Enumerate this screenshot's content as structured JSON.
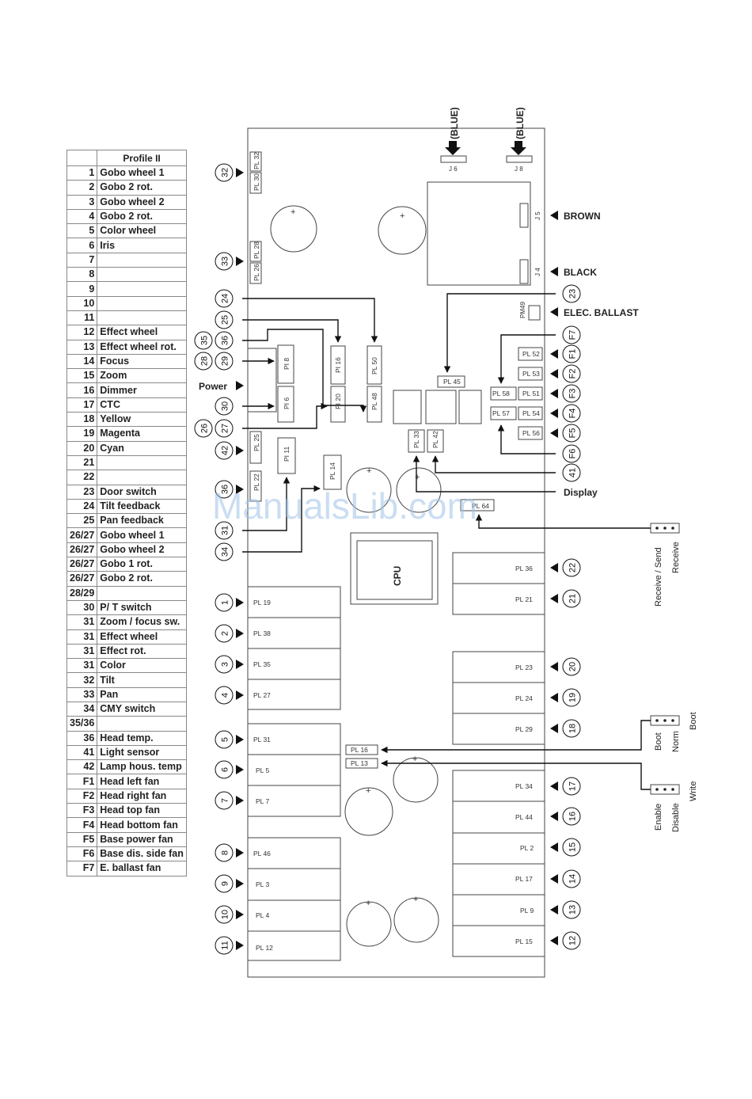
{
  "legend": {
    "header": "Profile II",
    "rows": [
      [
        "1",
        "Gobo wheel 1"
      ],
      [
        "2",
        "Gobo 2 rot."
      ],
      [
        "3",
        "Gobo wheel 2"
      ],
      [
        "4",
        "Gobo 2 rot."
      ],
      [
        "5",
        "Color wheel"
      ],
      [
        "6",
        "Iris"
      ],
      [
        "7",
        ""
      ],
      [
        "8",
        ""
      ],
      [
        "9",
        ""
      ],
      [
        "10",
        ""
      ],
      [
        "11",
        ""
      ],
      [
        "12",
        "Effect wheel"
      ],
      [
        "13",
        "Effect wheel rot."
      ],
      [
        "14",
        "Focus"
      ],
      [
        "15",
        "Zoom"
      ],
      [
        "16",
        "Dimmer"
      ],
      [
        "17",
        "CTC"
      ],
      [
        "18",
        "Yellow"
      ],
      [
        "19",
        "Magenta"
      ],
      [
        "20",
        "Cyan"
      ],
      [
        "21",
        ""
      ],
      [
        "22",
        ""
      ],
      [
        "23",
        "Door switch"
      ],
      [
        "24",
        "Tilt feedback"
      ],
      [
        "25",
        "Pan feedback"
      ],
      [
        "26/27",
        "Gobo wheel 1"
      ],
      [
        "26/27",
        "Gobo wheel 2"
      ],
      [
        "26/27",
        "Gobo 1 rot."
      ],
      [
        "26/27",
        "Gobo 2 rot."
      ],
      [
        "28/29",
        ""
      ],
      [
        "30",
        "P/ T switch"
      ],
      [
        "31",
        "Zoom / focus sw."
      ],
      [
        "31",
        "Effect wheel"
      ],
      [
        "31",
        "Effect rot."
      ],
      [
        "31",
        "Color"
      ],
      [
        "32",
        "Tilt"
      ],
      [
        "33",
        "Pan"
      ],
      [
        "34",
        "CMY switch"
      ],
      [
        "35/36",
        ""
      ],
      [
        "36",
        "Head temp."
      ],
      [
        "41",
        "Light sensor"
      ],
      [
        "42",
        "Lamp hous. temp"
      ],
      [
        "F1",
        "Head left fan"
      ],
      [
        "F2",
        "Head right fan"
      ],
      [
        "F3",
        "Head top fan"
      ],
      [
        "F4",
        "Head bottom fan"
      ],
      [
        "F5",
        "Base power fan"
      ],
      [
        "F6",
        "Base dis. side fan"
      ],
      [
        "F7",
        "E. ballast fan"
      ]
    ]
  },
  "labels": {
    "blue1": "(BLUE)",
    "blue2": "(BLUE)",
    "j6": "J 6",
    "j8": "J 8",
    "j5": "J 5",
    "j4": "J 4",
    "brown": "BROWN",
    "black": "BLACK",
    "elec_ballast": "ELEC. BALLAST",
    "display": "Display",
    "power": "Power",
    "cpu": "CPU",
    "pm49": "PM49",
    "receive_send": "Receive / Send",
    "receive": "Receive",
    "boot_a": "Boot",
    "norm": "Norm",
    "boot_b": "Boot",
    "enable": "Enable",
    "disable": "Disable",
    "write": "Write"
  },
  "connectors": {
    "pl32": "PL 32",
    "pl30": "PL 30",
    "pl28": "PL 28",
    "pl26": "PL 26",
    "pl8": "PI 8",
    "pl6": "PI 6",
    "pl16v": "PI 16",
    "pl20": "PI 20",
    "pl50": "PL 50",
    "pl48": "PL 48",
    "pl45": "PL 45",
    "pl52": "PL 52",
    "pl53": "PL 53",
    "pl51": "PL 51",
    "pl54": "PL 54",
    "pl56": "PL 56",
    "pl58": "PL 58",
    "pl57": "PL 57",
    "pl25": "PL 25",
    "pl22": "PL 22",
    "pl11": "PI 11",
    "pl14": "PL 14",
    "pl33": "PL 33",
    "pl42": "PL 42",
    "pl64": "PL 64",
    "pl19": "PL 19",
    "pl38": "PL 38",
    "pl35": "PL 35",
    "pl27": "PL 27",
    "pl31": "PL 31",
    "pl5": "PL 5",
    "pl7": "PL 7",
    "pl46": "PL 46",
    "pl3": "PL 3",
    "pl4": "PL 4",
    "pl12": "PL 12",
    "pl36": "PL 36",
    "pl21": "PL 21",
    "pl23": "PL 23",
    "pl24": "PL 24",
    "pl29": "PL 29",
    "pl16h": "PL 16",
    "pl13": "PL 13",
    "pl34": "PL 34",
    "pl44": "PL 44",
    "pl2": "PL 2",
    "pl17": "PL 17",
    "pl9": "PL 9",
    "pl15": "PL 15"
  },
  "callouts_left": [
    {
      "id": "c32",
      "t": "32"
    },
    {
      "id": "c33",
      "t": "33"
    },
    {
      "id": "c24",
      "t": "24"
    },
    {
      "id": "c25",
      "t": "25"
    },
    {
      "id": "c36",
      "t": "36"
    },
    {
      "id": "c35",
      "t": "35"
    },
    {
      "id": "c29",
      "t": "29"
    },
    {
      "id": "c28",
      "t": "28"
    },
    {
      "id": "c30",
      "t": "30"
    },
    {
      "id": "c27",
      "t": "27"
    },
    {
      "id": "c26",
      "t": "26"
    },
    {
      "id": "c42",
      "t": "42"
    },
    {
      "id": "c36b",
      "t": "36"
    },
    {
      "id": "c31",
      "t": "31"
    },
    {
      "id": "c34",
      "t": "34"
    },
    {
      "id": "c1",
      "t": "1"
    },
    {
      "id": "c2",
      "t": "2"
    },
    {
      "id": "c3",
      "t": "3"
    },
    {
      "id": "c4",
      "t": "4"
    },
    {
      "id": "c5",
      "t": "5"
    },
    {
      "id": "c6",
      "t": "6"
    },
    {
      "id": "c7",
      "t": "7"
    },
    {
      "id": "c8",
      "t": "8"
    },
    {
      "id": "c9",
      "t": "9"
    },
    {
      "id": "c10",
      "t": "10"
    },
    {
      "id": "c11",
      "t": "11"
    }
  ],
  "callouts_right": [
    {
      "id": "c23",
      "t": "23"
    },
    {
      "id": "cF7",
      "t": "F7"
    },
    {
      "id": "cF1",
      "t": "F1"
    },
    {
      "id": "cF2",
      "t": "F2"
    },
    {
      "id": "cF3",
      "t": "F3"
    },
    {
      "id": "cF4",
      "t": "F4"
    },
    {
      "id": "cF5",
      "t": "F5"
    },
    {
      "id": "cF6",
      "t": "F6"
    },
    {
      "id": "c41",
      "t": "41"
    },
    {
      "id": "c22",
      "t": "22"
    },
    {
      "id": "c21",
      "t": "21"
    },
    {
      "id": "c20",
      "t": "20"
    },
    {
      "id": "c19",
      "t": "19"
    },
    {
      "id": "c18",
      "t": "18"
    },
    {
      "id": "c17",
      "t": "17"
    },
    {
      "id": "c16",
      "t": "16"
    },
    {
      "id": "c15",
      "t": "15"
    },
    {
      "id": "c14",
      "t": "14"
    },
    {
      "id": "c13",
      "t": "13"
    },
    {
      "id": "c12",
      "t": "12"
    }
  ],
  "watermark": "ManualsLib.com"
}
